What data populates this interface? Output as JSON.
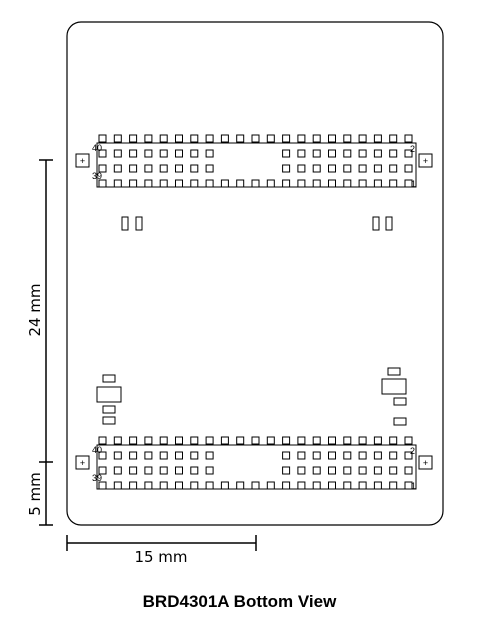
{
  "caption": "BRD4301A Bottom View",
  "dimensions": {
    "vertical_upper": "24 mm",
    "vertical_lower": "5 mm",
    "horizontal": "15 mm"
  },
  "connectors": [
    {
      "name": "top",
      "pin_labels": {
        "top_left": "40",
        "bottom_left": "39",
        "top_right": "2",
        "bottom_right": "1"
      },
      "mount_symbol": "+"
    },
    {
      "name": "bottom",
      "pin_labels": {
        "top_left": "40",
        "bottom_left": "39",
        "top_right": "2",
        "bottom_right": "1"
      },
      "mount_symbol": "+"
    }
  ]
}
